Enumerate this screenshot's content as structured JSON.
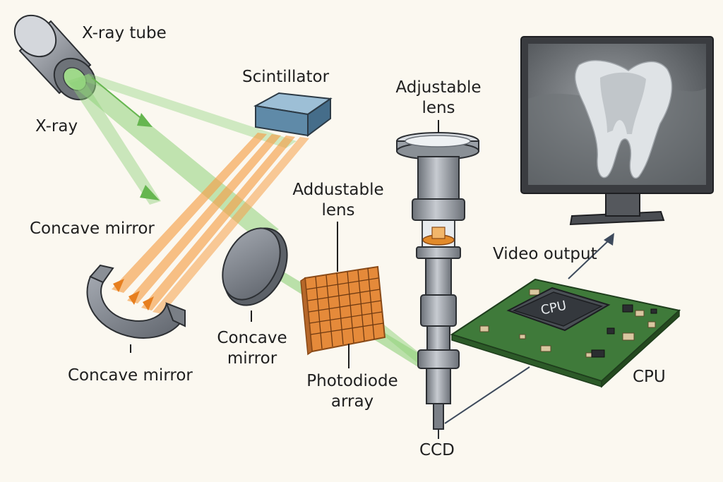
{
  "labels": {
    "xray_tube": "X-ray tube",
    "xray": "X-ray",
    "scintillator": "Scintillator",
    "concave_mirror_left_top": "Concave mirror",
    "concave_mirror_left_bottom": "Concave mirror",
    "concave_mirror_center_line1": "Concave",
    "concave_mirror_center_line2": "mirror",
    "adjustable_lens_top_line1": "Adjustable",
    "adjustable_lens_top_line2": "lens",
    "adjustable_lens_mid_line1": "Addustable",
    "adjustable_lens_mid_line2": "lens",
    "photodiode_line1": "Photodiode",
    "photodiode_line2": "array",
    "video_output": "Video output",
    "ccd": "CCD",
    "cpu_label": "CPU",
    "cpu_chip": "CPU"
  },
  "colors": {
    "xray_beam": "#8fd17a",
    "light_beam": "#f5a04a",
    "mirror": "#7b8088",
    "scintillator": "#6d93ad",
    "photodiode": "#e58a3a",
    "pcb": "#3f7a3a",
    "monitor": "#3a3c40"
  },
  "monitor_image": "dental-xray-tooth"
}
